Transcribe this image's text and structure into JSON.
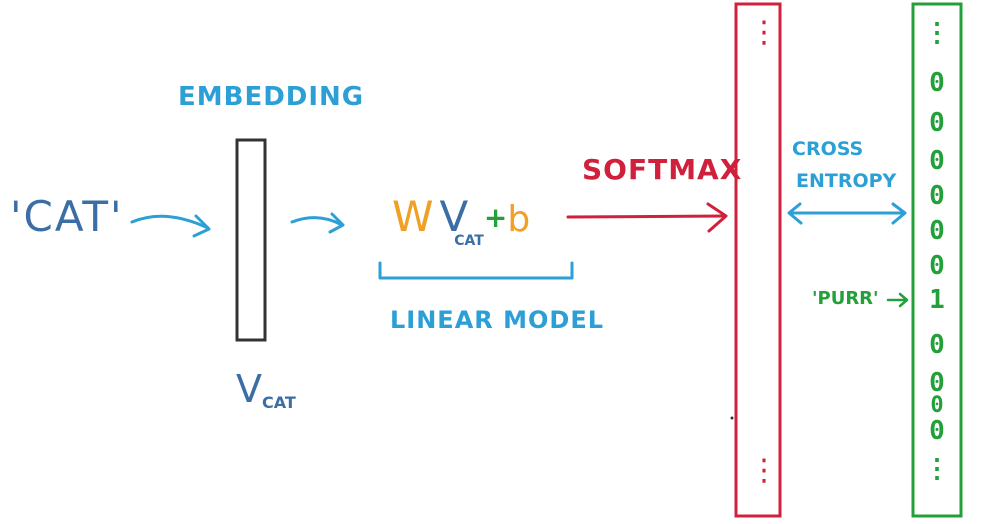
{
  "labels": {
    "input_word": "'CAT'",
    "embedding": "EMBEDDING",
    "v_letter": "V",
    "cat_subscript": "CAT",
    "w_letter": "W",
    "plus": "+",
    "b_letter": "b",
    "linear_model": "LINEAR MODEL",
    "softmax": "SOFTMAX",
    "cross": "CROSS",
    "entropy": "ENTROPY",
    "target_word": "'PURR'"
  },
  "one_hot": {
    "top_ellipsis": "⋮",
    "values": [
      "0",
      "0",
      "0",
      "0",
      "0",
      "0",
      "1",
      "0",
      "0",
      "0",
      "0"
    ],
    "bottom_ellipsis": "⋮"
  },
  "softmax_vector": {
    "top_ellipsis": "⋮",
    "bottom_ellipsis": "⋮"
  },
  "colors": {
    "blue": "#2b9fd6",
    "dark_blue": "#3b6ea5",
    "red": "#d0203c",
    "green": "#23a03a",
    "orange": "#f0a026",
    "black": "#333333"
  }
}
